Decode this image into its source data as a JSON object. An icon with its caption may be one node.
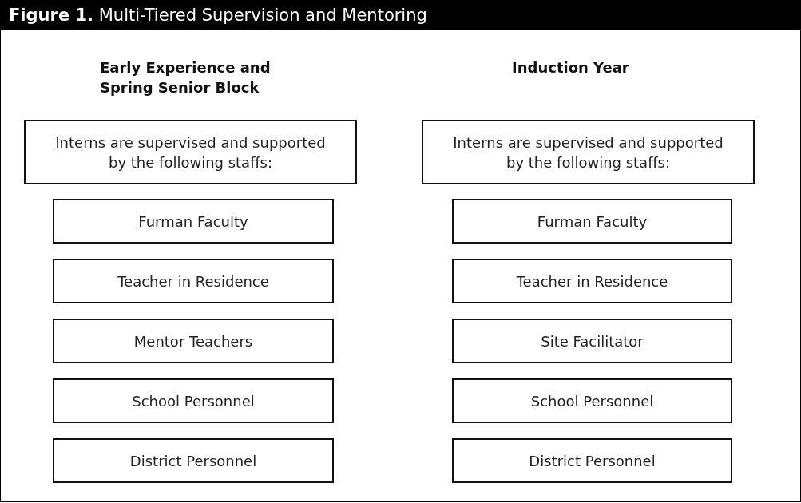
{
  "diagram": {
    "title": "**Figure 1.** Multi-Tiered Supervision and Mentoring",
    "nodes": [
      {
        "text": [
          "Interns are supervised and supported by the following staffs:"
        ]
      },
      {
        "text": [
          "Furman Faculty"
        ]
      },
      {
        "text": [
          "Teacher in Residence"
        ]
      },
      {
        "text": [
          "Mentor Teachers"
        ]
      },
      {
        "text": [
          "School Personnel"
        ]
      },
      {
        "text": [
          "District Personnel"
        ]
      },
      {
        "text": [
          "Interns are supervised and supported by the following staffs:"
        ]
      },
      {
        "text": [
          "Furman Faculty"
        ]
      },
      {
        "text": [
          "Teacher in Residence"
        ]
      },
      {
        "text": [
          "Site Facilitator"
        ]
      },
      {
        "text": [
          "School Personnel"
        ]
      },
      {
        "text": [
          "District Personnel"
        ]
      }
    ],
    "labels": [
      "Early Experience and Spring Senior Block",
      "Induction Year"
    ]
  }
}
